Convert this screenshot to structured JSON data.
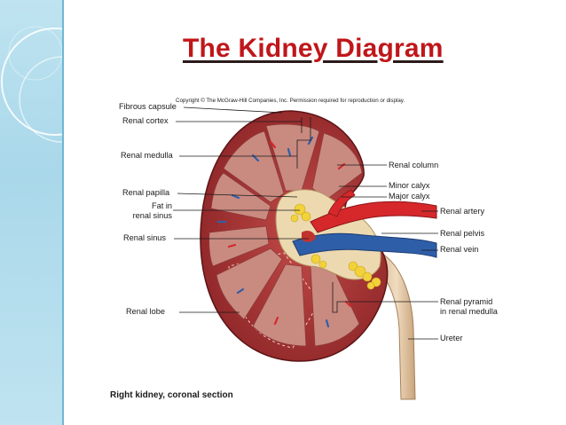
{
  "title": "The Kidney Diagram",
  "copyright": "Copyright © The McGraw-Hill Companies, Inc. Permission required for reproduction or display.",
  "labels_left": {
    "fibrous_capsule": "Fibrous capsule",
    "renal_cortex": "Renal cortex",
    "renal_medulla": "Renal medulla",
    "renal_papilla": "Renal papilla",
    "fat_in": "Fat in",
    "renal_sinus_fat": "renal sinus",
    "renal_sinus": "Renal sinus",
    "renal_lobe": "Renal lobe"
  },
  "labels_right": {
    "renal_column": "Renal column",
    "minor_calyx": "Minor calyx",
    "major_calyx": "Major calyx",
    "renal_artery": "Renal artery",
    "renal_pelvis": "Renal pelvis",
    "renal_vein": "Renal vein",
    "renal_pyramid": "Renal pyramid",
    "in_renal_medulla": "in renal medulla",
    "ureter": "Ureter"
  },
  "caption": "Right kidney, coronal section",
  "colors": {
    "title": "#c0161a",
    "cortex": "#a8373a",
    "medulla": "#c9867e",
    "pelvis": "#ecd9b0",
    "fat": "#f2d23a",
    "artery": "#d6282b",
    "vein": "#2f5ea8",
    "side_band": "#a9d8ea"
  }
}
